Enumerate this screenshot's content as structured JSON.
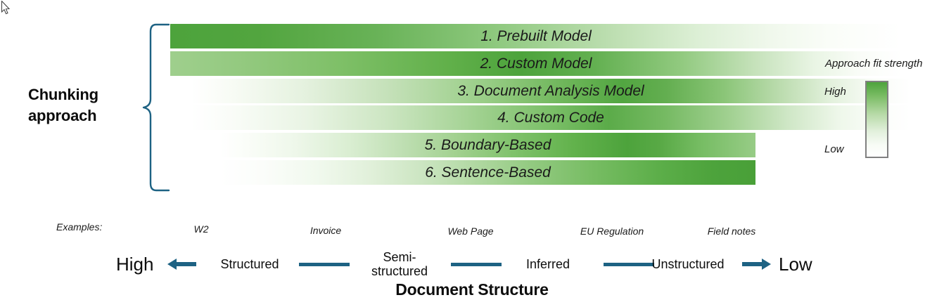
{
  "colors": {
    "green_dark": "#4da33c",
    "green_mid": "#8cc878",
    "green_pale": "#e8f3e2",
    "white": "#ffffff",
    "teal": "#1d6283",
    "text": "#0d0d0d",
    "legend_border": "#808080"
  },
  "y_axis": {
    "label_line1": "Chunking",
    "label_line2": "approach"
  },
  "chart_data": {
    "type": "bar",
    "title": "",
    "xlabel": "Document Structure",
    "ylabel": "Chunking approach",
    "grid": false,
    "legend_position": "right",
    "legend": {
      "title": "Approach fit strength",
      "high_label": "High",
      "low_label": "Low",
      "scale_high_color": "#4da33c",
      "scale_low_color": "#ffffff"
    },
    "x_axis": {
      "left_endpoint": "High",
      "right_endpoint": "Low",
      "stages": [
        "Structured",
        "Semi-structured",
        "Inferred",
        "Unstructured"
      ],
      "examples_caption": "Examples:",
      "examples": [
        "W2",
        "Invoice",
        "Web Page",
        "EU Regulation",
        "Field notes"
      ]
    },
    "categories": [
      "1. Prebuilt Model",
      "2. Custom Model",
      "3. Document Analysis Model",
      "4. Custom Code",
      "5. Boundary-Based",
      "6. Sentence-Based"
    ],
    "bars": [
      {
        "label": "1. Prebuilt Model",
        "peak_position": "far-left",
        "fit_note": "strongest on structured documents, fading toward unstructured",
        "strength_profile": [
          1.0,
          0.95,
          0.78,
          0.55,
          0.3,
          0.12,
          0.04,
          0.0
        ]
      },
      {
        "label": "2. Custom Model",
        "peak_position": "left-center",
        "fit_note": "strong across structured and semi-structured",
        "strength_profile": [
          0.55,
          0.68,
          0.82,
          0.95,
          0.85,
          0.5,
          0.2,
          0.03
        ]
      },
      {
        "label": "3. Document Analysis Model",
        "peak_position": "center",
        "fit_note": "strongest through semi-structured and inferred",
        "strength_profile": [
          0.03,
          0.18,
          0.45,
          0.75,
          0.95,
          0.8,
          0.35,
          0.05
        ]
      },
      {
        "label": "4. Custom Code",
        "peak_position": "center",
        "fit_note": "moderate peak around inferred structure",
        "strength_profile": [
          0.02,
          0.12,
          0.38,
          0.7,
          0.9,
          0.6,
          0.25,
          0.04
        ]
      },
      {
        "label": "5. Boundary-Based",
        "peak_position": "right-center",
        "fit_note": "strongest on inferred and unstructured documents",
        "strength_profile": [
          0.02,
          0.12,
          0.3,
          0.5,
          0.72,
          0.95,
          0.82,
          0.6
        ]
      },
      {
        "label": "6. Sentence-Based",
        "peak_position": "far-right",
        "fit_note": "strongest on fully unstructured documents",
        "strength_profile": [
          0.0,
          0.05,
          0.15,
          0.3,
          0.5,
          0.72,
          0.92,
          1.0
        ]
      }
    ]
  }
}
